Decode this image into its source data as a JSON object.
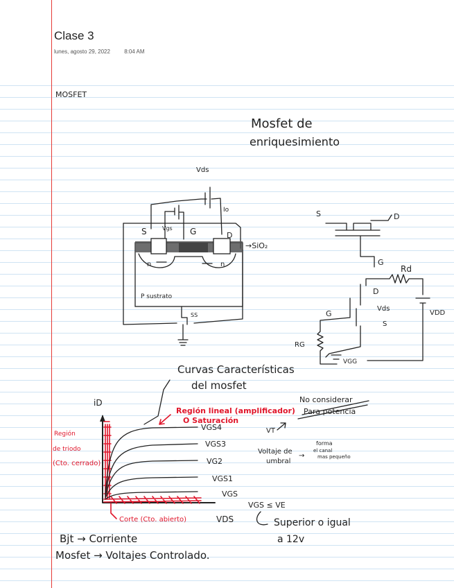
{
  "page": {
    "title": "Clase 3",
    "date": "lunes, agosto 29, 2022",
    "time": "8:04 AM"
  },
  "notes": {
    "heading": "MOSFET",
    "subtitle_line1": "Mosfet de",
    "subtitle_line2": "enriquesimiento"
  },
  "transistor_diagram": {
    "vds": "Vds",
    "io": "Io",
    "vgs": "Vgs",
    "s": "S",
    "g": "G",
    "d": "D",
    "n_left": "n",
    "n_right": "n",
    "sio2": "→SiO₂",
    "p_substrate": "P sustrato",
    "ss": "SS"
  },
  "symbol_diagram": {
    "s": "S",
    "d": "D",
    "g": "G"
  },
  "circuit": {
    "rd": "Rd",
    "d": "D",
    "vds": "Vds",
    "s": "S",
    "vdd": "VDD",
    "g": "G",
    "rg": "RG",
    "vgg": "VGG"
  },
  "curves": {
    "title_line1": "Curvas Características",
    "title_line2": "del mosfet",
    "y_axis": "iD",
    "x_axis": "VDS",
    "linear_region": "Región lineal (amplificador)",
    "saturation": "O Saturación",
    "no_considerar_1": "No considerar",
    "no_considerar_2": "Para potencia",
    "vt": "VT",
    "umbral_1": "Voltaje de",
    "umbral_2": "umbral",
    "umbral_note_1": "forma",
    "umbral_note_2": "el canal",
    "umbral_note_3": "mas pequeño",
    "triode_1": "Región",
    "triode_2": "de triodo",
    "triode_3": "(Cto. cerrado)",
    "cutoff": "Corte (Cto. abierto)",
    "labels": [
      "VGS4",
      "VGS3",
      "VG2",
      "VGS1",
      "VGS"
    ],
    "condition": "VGS ≤ VE",
    "superior_1": "Superior o igual",
    "superior_2": "a 12v"
  },
  "summary": {
    "line1": "Bjt → Corriente",
    "line2": "Mosfet → Voltajes Controlado."
  }
}
